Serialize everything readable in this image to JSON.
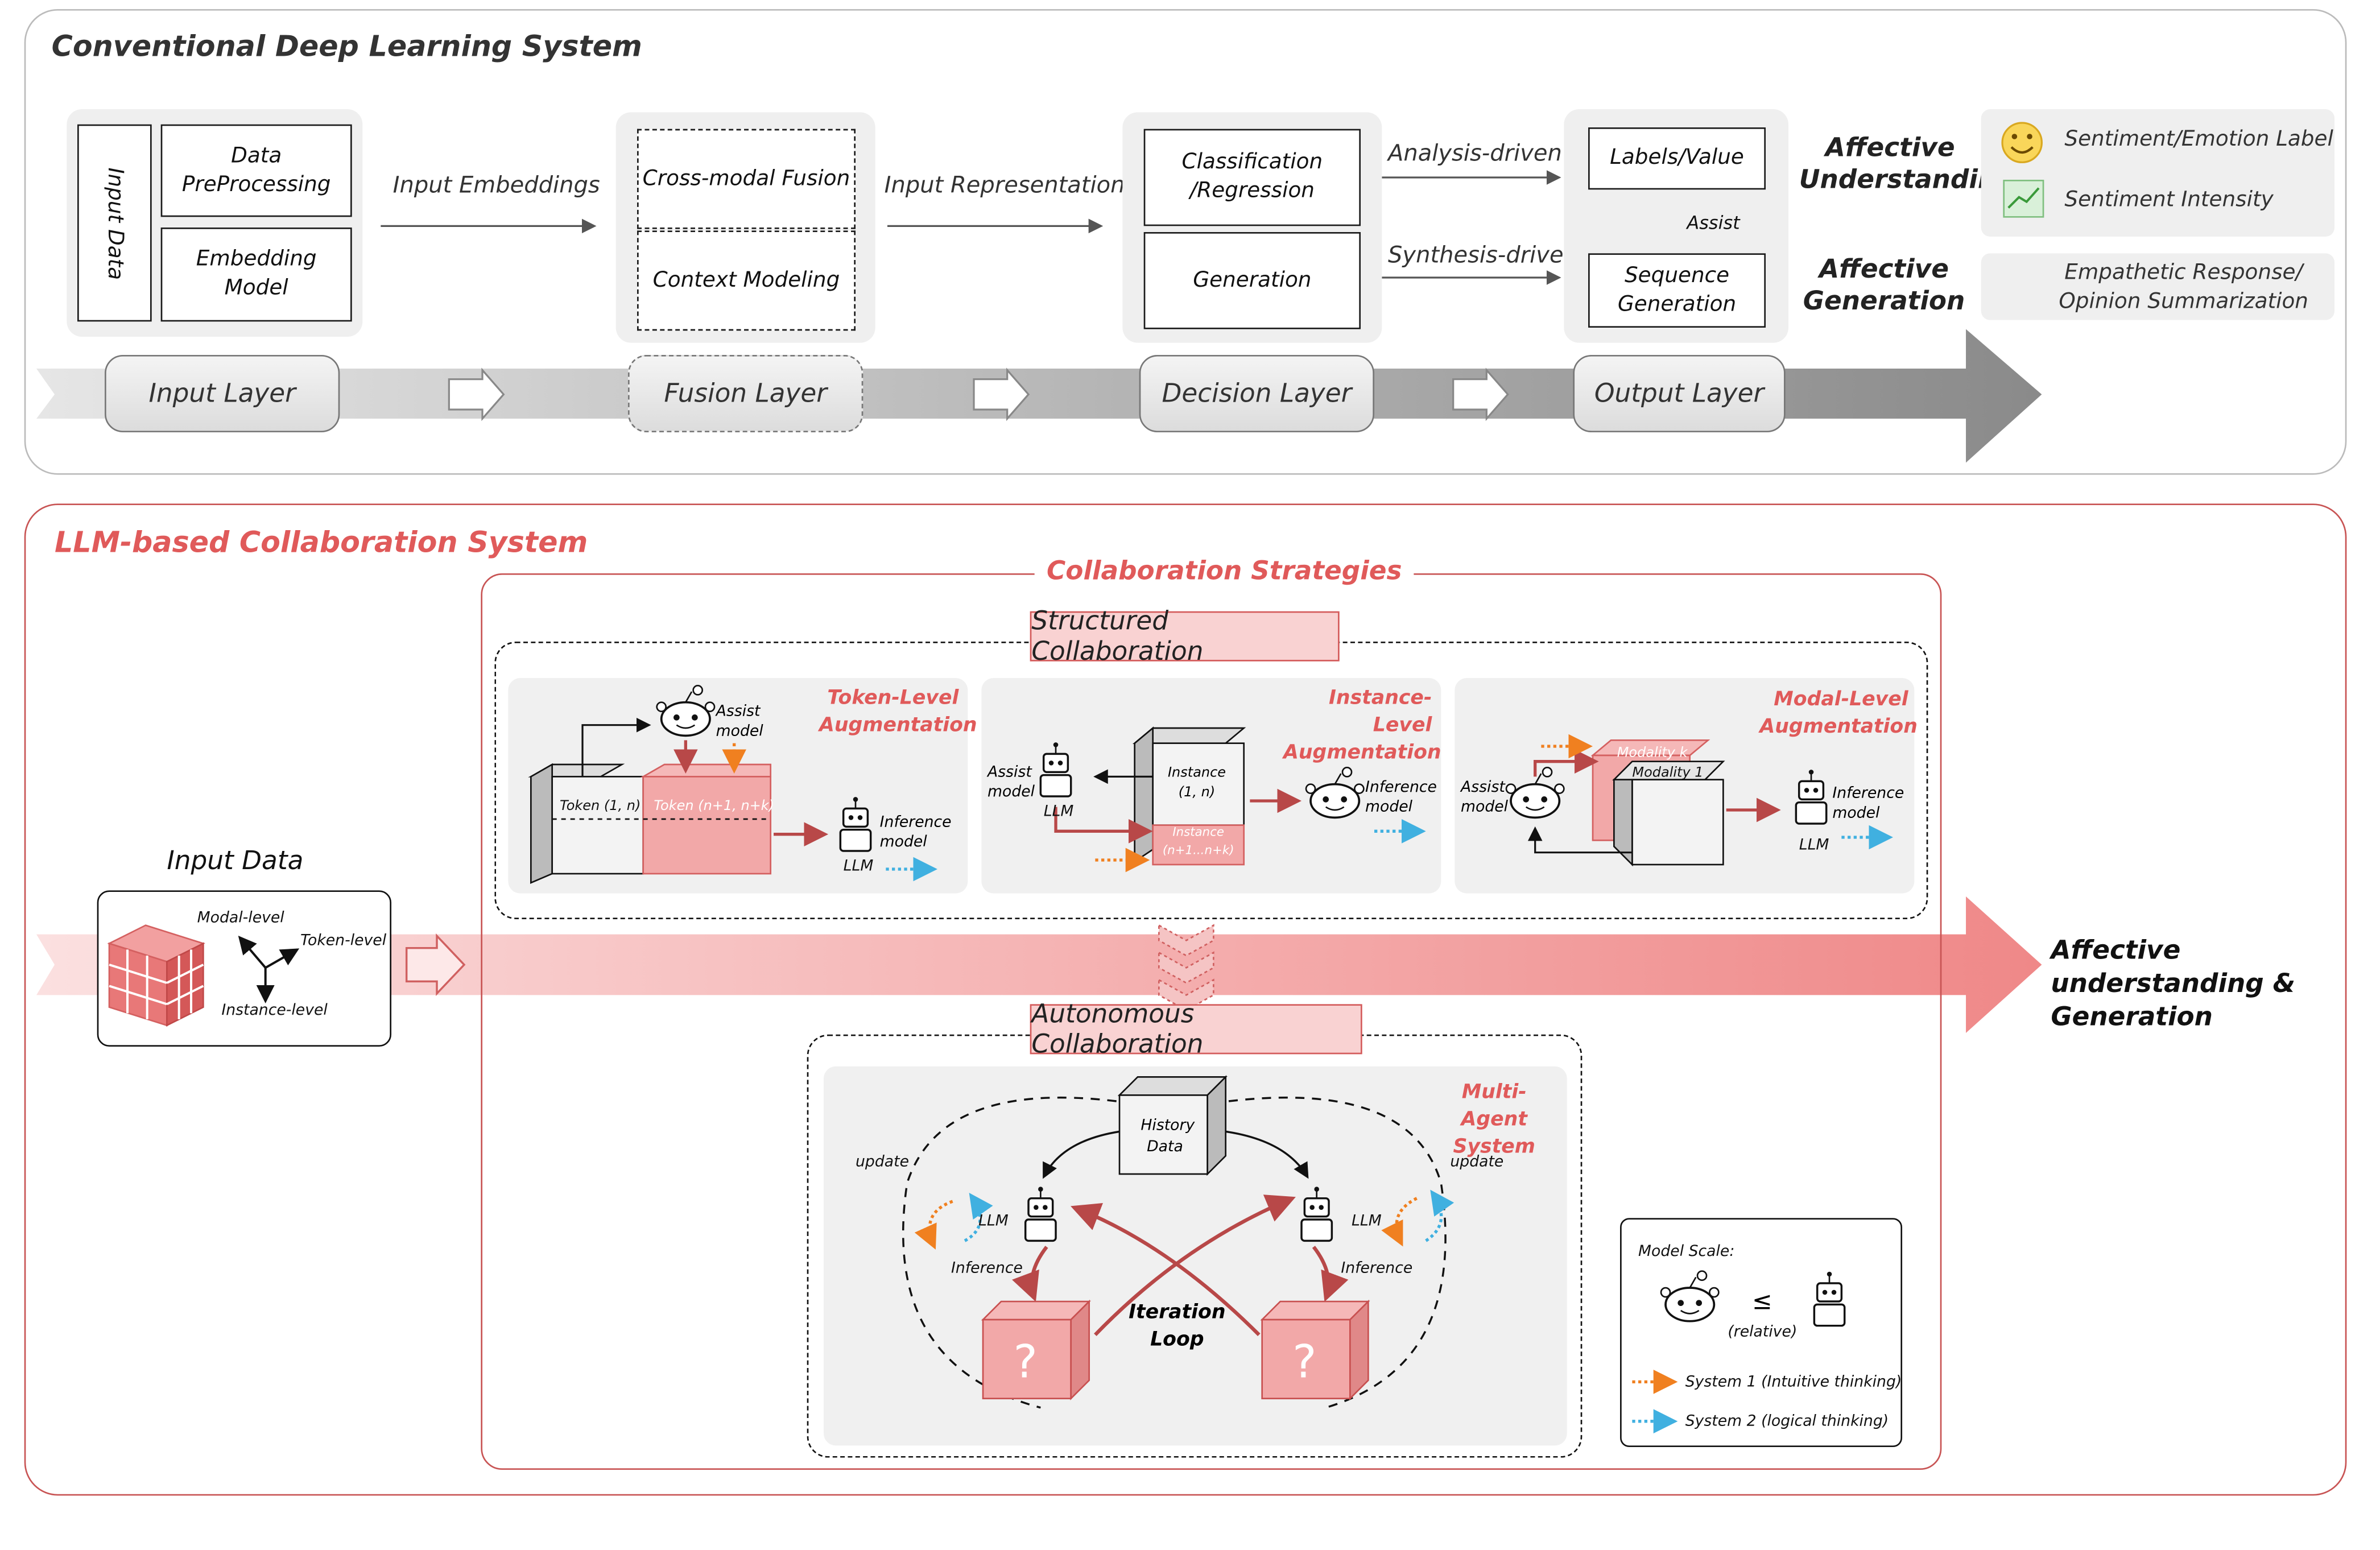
{
  "top": {
    "title": "Conventional Deep Learning System",
    "input_data": "Input Data",
    "data_preprocessing": "Data PreProcessing",
    "embedding_model": "Embedding Model",
    "input_embeddings": "Input Embeddings",
    "cross_modal_fusion": "Cross-modal Fusion",
    "context_modeling": "Context Modeling",
    "input_representations": "Input Representations",
    "classification": "Classification /Regression",
    "generation": "Generation",
    "analysis_driven": "Analysis-driven",
    "synthesis_driven": "Synthesis-driven",
    "labels_value": "Labels/Value",
    "assist": "Assist",
    "sequence_generation": "Sequence Generation",
    "affective_understanding": "Affective Understanding",
    "affective_generation": "Affective Generation",
    "sentiment_label": "Sentiment/Emotion Label",
    "sentiment_intensity": "Sentiment Intensity",
    "empathetic_response": "Empathetic Response/ Opinion Summarization",
    "layers": [
      "Input Layer",
      "Fusion Layer",
      "Decision Layer",
      "Output Layer"
    ]
  },
  "bottom": {
    "title": "LLM-based Collaboration System",
    "input_data": "Input Data",
    "modal_level": "Modal-level",
    "token_level": "Token-level",
    "instance_level": "Instance-level",
    "strategies": "Collaboration Strategies",
    "structured": "Structured Collaboration",
    "autonomous": "Autonomous Collaboration",
    "output": "Affective understanding & Generation",
    "token_aug": "Token-Level Augmentation",
    "instance_aug": "Instance-Level Augmentation",
    "modal_aug": "Modal-Level Augmentation",
    "assist_model": "Assist model",
    "inference_model": "Inference model",
    "llm": "LLM",
    "token_1n": "Token (1, n)",
    "token_n1nk": "Token (n+1, n+k)",
    "instance_1n": "Instance (1, n)",
    "instance_n1": "Instance (n+1...n+k)",
    "modality_k": "Modality k",
    "modality_1": "Modality 1",
    "multi_agent": "Multi-Agent System",
    "history_data": "History Data",
    "update": "update",
    "inference": "Inference",
    "iteration_loop": "Iteration Loop",
    "model_scale": "Model Scale:",
    "leq": "≤",
    "relative": "(relative)",
    "system1": "System 1 (Intuitive thinking)",
    "system2": "System 2 (logical thinking)"
  },
  "colors": {
    "accent_red": "#e05a5a",
    "orange": "#f08020",
    "blue": "#40b0e0"
  }
}
